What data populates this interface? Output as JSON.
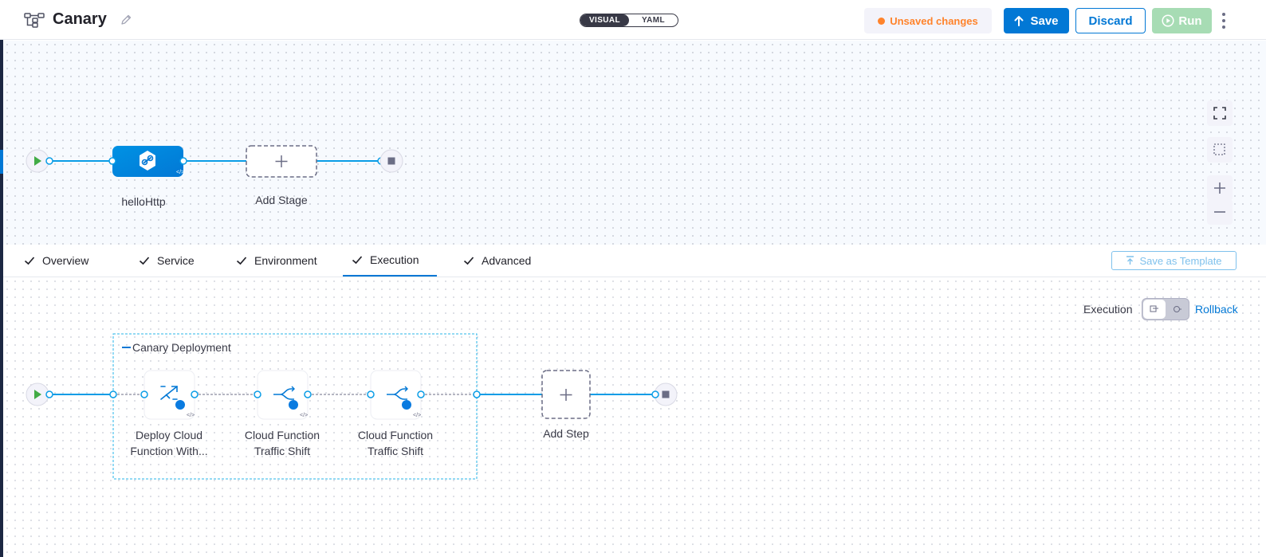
{
  "header": {
    "title": "Canary",
    "view_toggle": {
      "visual": "VISUAL",
      "yaml": "YAML"
    },
    "unsaved_label": "Unsaved changes",
    "save_label": "Save",
    "discard_label": "Discard",
    "run_label": "Run"
  },
  "stages": {
    "stage_name": "helloHttp",
    "add_stage_label": "Add Stage"
  },
  "tabs": {
    "items": [
      {
        "label": "Overview"
      },
      {
        "label": "Service"
      },
      {
        "label": "Environment"
      },
      {
        "label": "Execution"
      },
      {
        "label": "Advanced"
      }
    ],
    "active": "Execution",
    "save_template_label": "Save as Template"
  },
  "execution": {
    "mode_label": "Execution",
    "rollback_label": "Rollback",
    "group_title": "Canary Deployment",
    "steps": [
      {
        "line1": "Deploy Cloud",
        "line2": "Function With..."
      },
      {
        "line1": "Cloud Function",
        "line2": "Traffic Shift"
      },
      {
        "line1": "Cloud Function",
        "line2": "Traffic Shift"
      }
    ],
    "add_step_label": "Add Step"
  },
  "colors": {
    "accent": "#0278d5",
    "connector": "#0a9de6",
    "unsaved": "#ff832b",
    "run_disabled": "#a7dcb4",
    "start_green": "#42ab45",
    "stage_gradient_start": "#0092e4",
    "stage_gradient_end": "#0278d5"
  },
  "icons": {
    "pipeline": "pipeline-tree-icon",
    "edit": "pencil-icon",
    "save": "upload-arrow-icon",
    "run": "play-circle-icon",
    "stage": "cloud-function-link-icon",
    "deploy_step": "deploy-split-icon",
    "traffic_step": "traffic-shift-icon"
  }
}
